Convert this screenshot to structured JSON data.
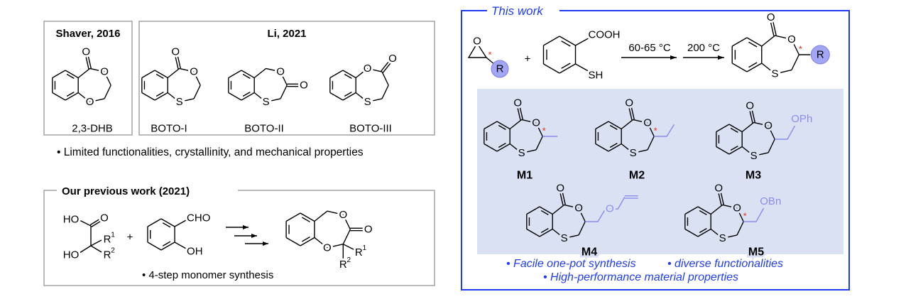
{
  "colors": {
    "accent_blue": "#1f3cf5",
    "substituent": "#8a8cf0",
    "stereo_star": "#e8321e",
    "panel_shade": "#dae1f3",
    "box_grey": "#a3a3a3"
  },
  "shaver": {
    "title": "Shaver, 2016"
  },
  "li": {
    "title": "Li, 2021"
  },
  "limitations": "• Limited functionalities, crystallinity, and mechanical properties",
  "previous": {
    "title": "Our previous work (2021)",
    "reagent1": {
      "ho_top": "HO",
      "o_top": "O",
      "ho_bottom": "HO",
      "r1": "R",
      "r1_sup": "1",
      "r2": "R",
      "r2_sup": "2"
    },
    "plus": "+",
    "reagent2": {
      "cho": "CHO",
      "oh": "OH"
    },
    "note": "• 4-step monomer synthesis",
    "product": {
      "r1": "R",
      "r1_sup": "1",
      "r2": "R",
      "r2_sup": "2"
    }
  },
  "this_work": {
    "title": "This work",
    "epoxide": {
      "o": "O",
      "r": "R",
      "star": "*"
    },
    "plus": "+",
    "acid": {
      "cooh": "COOH",
      "sh": "SH"
    },
    "step1": "60-65 °C",
    "step2": "200 °C",
    "product": {
      "r": "R",
      "star": "*"
    },
    "bullets": [
      "• Facile one-pot synthesis",
      "• diverse functionalities",
      "• High-performance material properties"
    ]
  },
  "molecules": {
    "dhb": {
      "atoms": [
        "",
        "O",
        "",
        "",
        "O"
      ],
      "carbonyl_O": "O",
      "label": "2,3-DHB"
    },
    "boto1": {
      "atoms": [
        "",
        "O",
        "",
        "",
        "S"
      ],
      "carbonyl_O": "O",
      "label": "BOTO-I"
    },
    "boto2": {
      "atoms": [
        "",
        "O",
        "",
        "",
        "S"
      ],
      "carbonyl_O": "O",
      "label": "BOTO-II"
    },
    "boto3": {
      "atoms": [
        "O",
        "",
        "",
        "",
        "S"
      ],
      "carbonyl_O": "O",
      "label": "BOTO-III"
    },
    "prev": {
      "atoms": [
        "",
        "O",
        "",
        "",
        "O"
      ],
      "carbonyl_O": "O"
    },
    "prod": {
      "atoms": [
        "",
        "O",
        "",
        "",
        "S"
      ],
      "carbonyl_O": "O"
    },
    "m1": {
      "atoms": [
        "",
        "O",
        "",
        "",
        "S"
      ],
      "carbonyl_O": "O",
      "label": "M1",
      "star": "*"
    },
    "m2": {
      "atoms": [
        "",
        "O",
        "",
        "",
        "S"
      ],
      "carbonyl_O": "O",
      "label": "M2",
      "star": "*"
    },
    "m3": {
      "atoms": [
        "",
        "O",
        "",
        "",
        "S"
      ],
      "carbonyl_O": "O",
      "label": "M3",
      "sub": "OPh"
    },
    "m4": {
      "atoms": [
        "",
        "O",
        "",
        "",
        "S"
      ],
      "carbonyl_O": "O",
      "label": "M4",
      "sub": "O"
    },
    "m5": {
      "atoms": [
        "",
        "O",
        "",
        "",
        "S"
      ],
      "carbonyl_O": "O",
      "label": "M5",
      "sub": "OBn",
      "star": "*"
    }
  }
}
